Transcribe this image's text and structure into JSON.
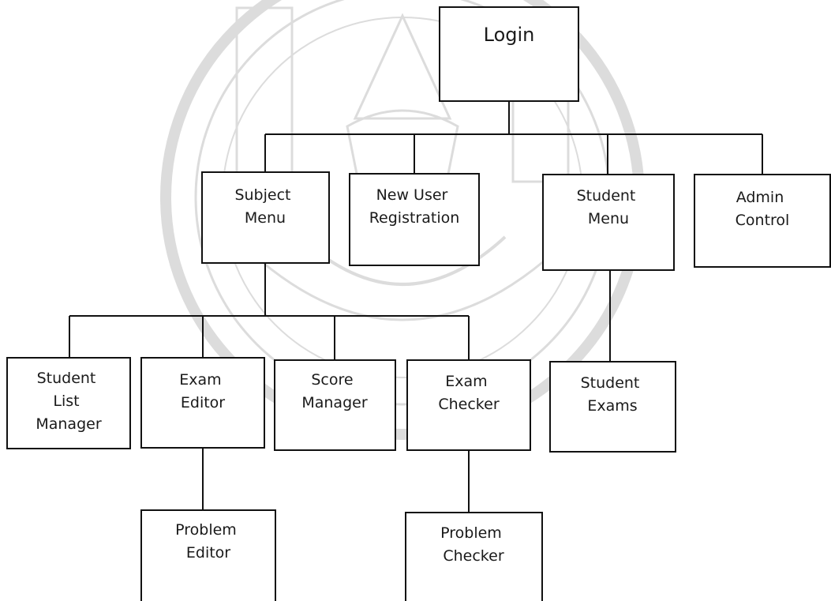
{
  "diagram": {
    "nodes": {
      "login": [
        "Login"
      ],
      "subject_menu": [
        "Subject",
        "Menu"
      ],
      "new_user_registration": [
        "New User",
        "Registration"
      ],
      "student_menu": [
        "Student",
        "Menu"
      ],
      "admin_control": [
        "Admin",
        "Control"
      ],
      "student_list_manager": [
        "Student",
        "List",
        "Manager"
      ],
      "exam_editor": [
        "Exam",
        "Editor"
      ],
      "score_manager": [
        "Score",
        "Manager"
      ],
      "exam_checker": [
        "Exam",
        "Checker"
      ],
      "student_exams": [
        "Student",
        "Exams"
      ],
      "problem_editor": [
        "Problem",
        "Editor"
      ],
      "problem_checker": [
        "Problem",
        "Checker"
      ]
    },
    "edges": [
      [
        "login",
        "subject_menu"
      ],
      [
        "login",
        "new_user_registration"
      ],
      [
        "login",
        "student_menu"
      ],
      [
        "login",
        "admin_control"
      ],
      [
        "subject_menu",
        "student_list_manager"
      ],
      [
        "subject_menu",
        "exam_editor"
      ],
      [
        "subject_menu",
        "score_manager"
      ],
      [
        "subject_menu",
        "exam_checker"
      ],
      [
        "student_menu",
        "student_exams"
      ],
      [
        "exam_editor",
        "problem_editor"
      ],
      [
        "exam_checker",
        "problem_checker"
      ]
    ]
  },
  "watermark": {
    "type": "university-seal",
    "color": "#dcdcdc"
  }
}
